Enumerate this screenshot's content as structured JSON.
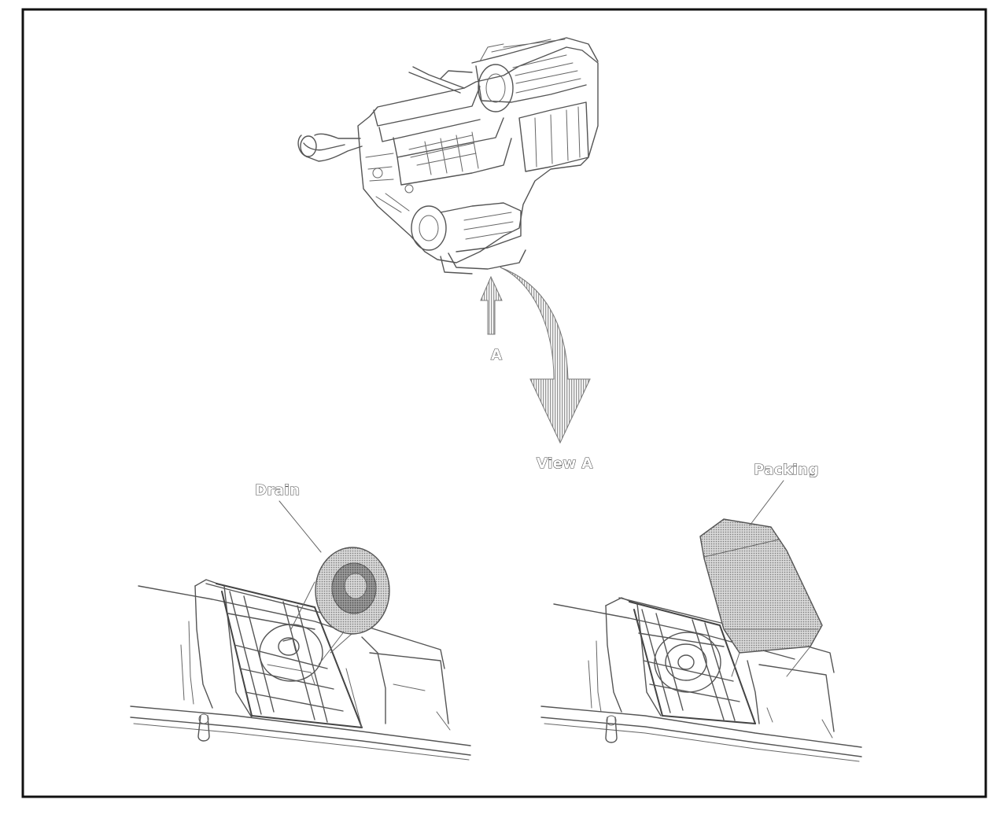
{
  "labels": {
    "arrow_a": "A",
    "view_a": "View A",
    "drain": "Drain",
    "packing": "Packing"
  },
  "colors": {
    "frame": "#111111",
    "line": "#555555",
    "hatch": "#8a8a8a"
  }
}
